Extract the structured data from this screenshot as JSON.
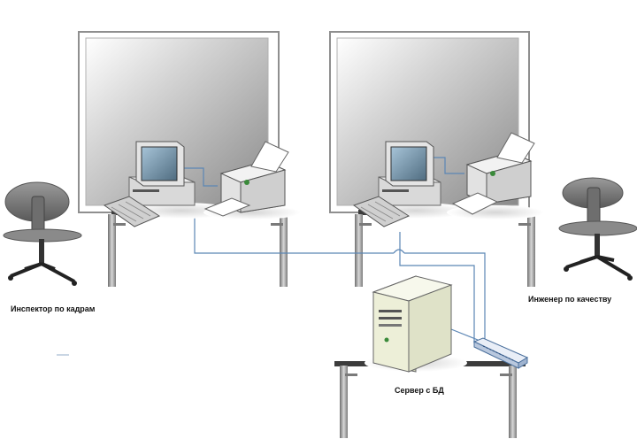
{
  "labels": {
    "inspector": "Инспектор по кадрам",
    "engineer": "Инженер по качеству",
    "server": "Сервер с БД"
  },
  "icons": {
    "workstation": "desktop-computer-icon",
    "printer": "laser-printer-icon",
    "server": "tower-server-icon",
    "switch": "network-switch-icon",
    "chair": "office-chair-icon",
    "board": "whiteboard-icon",
    "table": "desk-icon"
  },
  "colors": {
    "cable": "#5b86b5",
    "board_frame": "#8f8f8f",
    "metal": "#9a9a9a",
    "dark_metal": "#3c3c3c",
    "device_body": "#e6e6e6",
    "server_body": "#ecefdc",
    "label": "#111111"
  }
}
